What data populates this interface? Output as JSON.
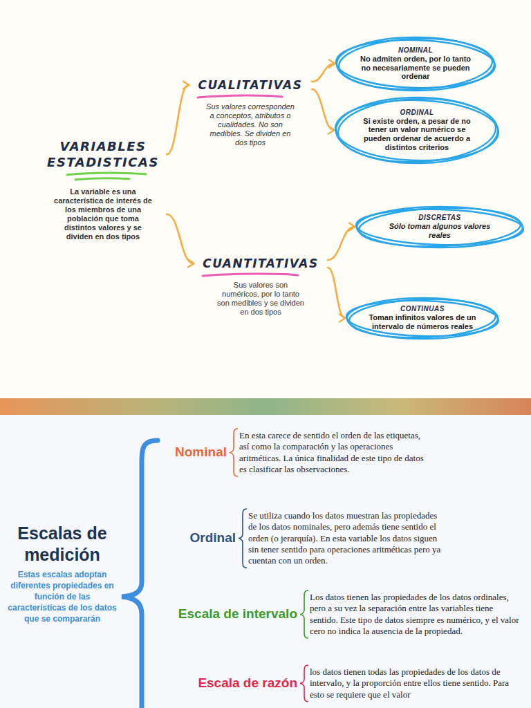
{
  "diagram": {
    "nodes": [
      {
        "text": [
          "VARIABLES ESTADISTICAS",
          "La variable es una característica de interés de los miembros de una población que toma distintos valores y se dividen en dos tipos"
        ]
      },
      {
        "text": [
          "CUALITATIVAS",
          "Sus valores corresponden a conceptos, atributos o cualidades. No son medibles. Se dividen en dos tipos"
        ]
      },
      {
        "text": [
          "NOMINAL",
          "No admiten orden, por lo tanto no necesariamente se pueden ordenar"
        ]
      },
      {
        "text": [
          "ORDINAL",
          "Si existe orden, a pesar de no tener un valor numérico se pueden ordenar de acuerdo a distintos criterios"
        ]
      },
      {
        "text": [
          "CUANTITATIVAS",
          "Sus valores son numéricos, por lo tanto son medibles y se dividen en dos tipos"
        ]
      },
      {
        "text": [
          "DISCRETAS",
          "Sólo toman algunos valores reales"
        ]
      },
      {
        "text": [
          "CONTINUAS",
          "Toman infinitos valores de un intervalo de números reales"
        ]
      },
      {
        "text": [
          "Escalas de medición",
          "Estas escalas adoptan diferentes propiedades en función de las características de los datos que se compararán"
        ]
      },
      {
        "text": [
          "Nominal",
          "En esta carece de sentido el orden de las etiquetas, así como la comparación y las operaciones aritméticas. La única finalidad de este tipo de datos es clasificar las observaciones."
        ]
      },
      {
        "text": [
          "Ordinal",
          "Se utiliza cuando los datos muestran las propiedades de los datos nominales, pero además tiene sentido el orden (o jerarquía). En esta variable los datos siguen sin tener sentido para operaciones aritméticas pero ya cuentan con un orden."
        ]
      },
      {
        "text": [
          "Escala de intervalo",
          "Los datos tienen las propiedades de los datos ordinales, pero a su vez la separación entre las variables tiene sentido. Este tipo de datos siempre es numérico, y el valor cero no indica la ausencia de la propiedad."
        ]
      },
      {
        "text": [
          "Escala de razón",
          "los datos tienen todas las propiedades de los datos de intervalo, y la proporción entre ellos tiene sentido. Para esto se requiere que el valor"
        ]
      }
    ],
    "edges": [
      {
        "from": 0,
        "to": 1,
        "arrow": "to"
      },
      {
        "from": 0,
        "to": 4,
        "arrow": "to"
      },
      {
        "from": 1,
        "to": 2,
        "arrow": "to"
      },
      {
        "from": 1,
        "to": 3,
        "arrow": "to"
      },
      {
        "from": 4,
        "to": 5,
        "arrow": "to"
      },
      {
        "from": 4,
        "to": 6,
        "arrow": "to"
      }
    ]
  }
}
